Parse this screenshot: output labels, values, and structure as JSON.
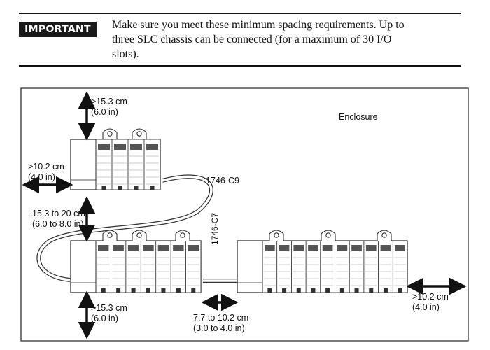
{
  "notice": {
    "badge": "IMPORTANT",
    "lines": [
      "Make sure you meet these minimum spacing requirements. Up to",
      "three SLC chassis can be connected (for a maximum of 30 I/O",
      "slots)."
    ]
  },
  "figure": {
    "enclosure_label": "Enclosure",
    "cable_a": "1746-C9",
    "cable_b": "1746-C7",
    "top_clearance": [
      "&gt;15.3 cm",
      "(6.0 in)"
    ],
    "left_clearance": [
      "&gt;10.2 cm",
      "(4.0 in)"
    ],
    "chassis_gap": [
      "15.3 to 20 cm",
      "(6.0 to 8.0 in)"
    ],
    "bottom_clearance": [
      "&gt;15.3 cm",
      "(6.0 in)"
    ],
    "between_chassis": [
      "7.7 to 10.2 cm",
      "(3.0 to 4.0 in)"
    ],
    "right_clearance": [
      "&gt;10.2 cm",
      "(4.0 in)"
    ]
  }
}
